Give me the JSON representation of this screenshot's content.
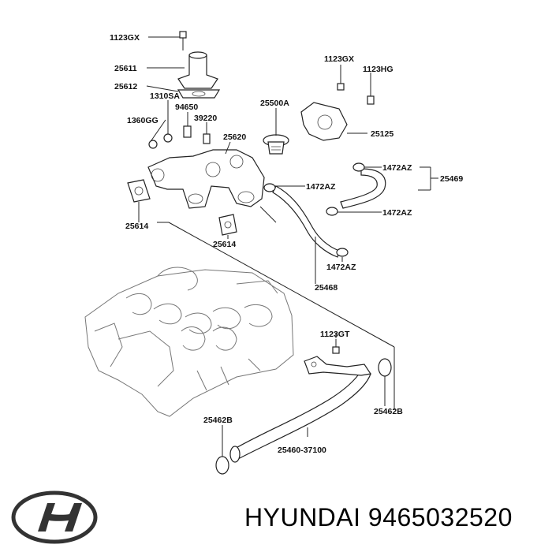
{
  "labels": {
    "l1123gx_top": "1123GX",
    "l25611": "25611",
    "l25612": "25612",
    "l1310sa": "1310SA",
    "l94650": "94650",
    "l1360gg": "1360GG",
    "l39220": "39220",
    "l25620": "25620",
    "l25500a": "25500A",
    "l1123gx_right": "1123GX",
    "l1123hg": "1123HG",
    "l25125": "25125",
    "l1472az_a": "1472AZ",
    "l25469": "25469",
    "l1472az_b": "1472AZ",
    "l1472az_c": "1472AZ",
    "l25614_left": "25614",
    "l25614_mid": "25614",
    "l1472az_d": "1472AZ",
    "l25468": "25468",
    "l1123gt": "1123GT",
    "l25462b_right": "25462B",
    "l25462b_left": "25462B",
    "l25460": "25460-37100"
  },
  "footer": {
    "brand": "HYUNDAI",
    "part_number": "9465032520",
    "logo_icon": "hyundai-logo-icon"
  }
}
